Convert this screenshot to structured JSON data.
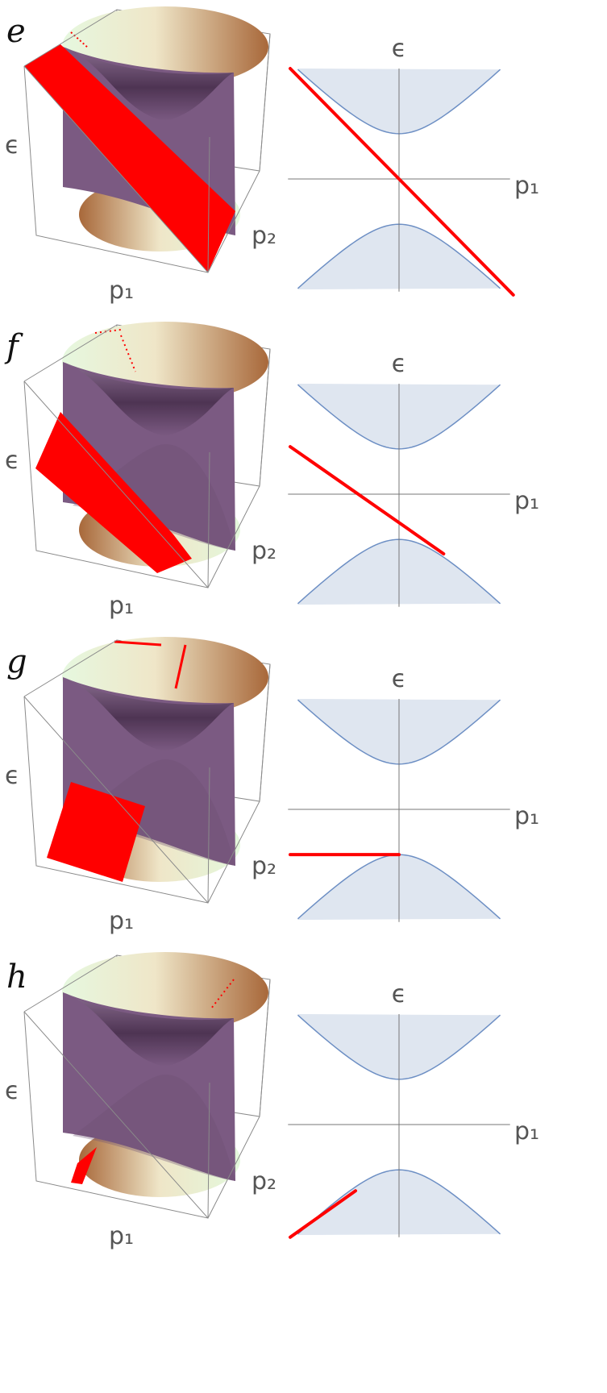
{
  "panels": [
    {
      "letter": "e",
      "labels": {
        "eps3d": "ϵ",
        "p1_3d": "p₁",
        "p2_3d": "p₂",
        "eps2d": "ϵ",
        "p1_2d": "p₁"
      },
      "line": {
        "x": [
          -1.0,
          1.05
        ],
        "eps": [
          1.0,
          -1.05
        ]
      }
    },
    {
      "letter": "f",
      "labels": {
        "eps3d": "ϵ",
        "p1_3d": "p₁",
        "p2_3d": "p₂",
        "eps2d": "ϵ",
        "p1_2d": "p₁"
      },
      "line": {
        "x": [
          -1.0,
          0.41
        ],
        "eps": [
          0.43,
          -0.54
        ]
      }
    },
    {
      "letter": "g",
      "labels": {
        "eps3d": "ϵ",
        "p1_3d": "p₁",
        "p2_3d": "p₂",
        "eps2d": "ϵ",
        "p1_2d": "p₁"
      },
      "line": {
        "x": [
          -1.0,
          0.0
        ],
        "eps": [
          -0.41,
          -0.41
        ]
      }
    },
    {
      "letter": "h",
      "labels": {
        "eps3d": "ϵ",
        "p1_3d": "p₁",
        "p2_3d": "p₂",
        "eps2d": "ϵ",
        "p1_2d": "p₁"
      },
      "line": {
        "x": [
          -1.0,
          -0.4
        ],
        "eps": [
          -1.02,
          -0.6
        ]
      }
    }
  ],
  "colors": {
    "surface_violet": "#7b5a82",
    "surface_violet_dark": "#4e3453",
    "cone_green": "#e3f7dc",
    "cone_brown": "#a8683a",
    "red": "#ff0000",
    "band_fill": "#dfe6f0",
    "band_line": "#6d8fc4",
    "axis": "#777777",
    "box": "#8a8a8a",
    "label": "#555555"
  }
}
